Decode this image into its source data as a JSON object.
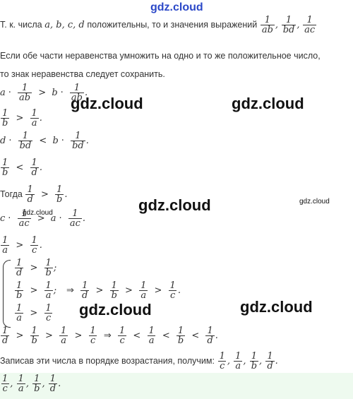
{
  "header": {
    "watermark": "gdz.cloud"
  },
  "text": {
    "line1_prefix": "Т. к. числа",
    "line1_vars": "a,  b,  c,  d",
    "line1_mid": "положительны, то и значения выражений",
    "line2": "Если обе части неравенства умножить на одно и то же положительное число,",
    "line3": "то знак неравенства следует сохранить.",
    "then": "Тогда",
    "final_text": "Записав эти числа в порядке возрастания, получим:"
  },
  "math": {
    "one": "1",
    "a": "a",
    "b": "b",
    "c": "c",
    "d": "d",
    "ab": "ab",
    "bd": "bd",
    "ac": "ac",
    "dot": "·",
    "gt": ">",
    "lt": "<",
    "implies": "⇒",
    "comma": ",",
    "semicolon": ";",
    "period": "."
  },
  "watermarks": {
    "w1": "gdz.cloud",
    "w2": "gdz.cloud",
    "w3": "gdz.cloud",
    "w4": "gdz.cloud",
    "w5": "gdz.cloud",
    "w6": "gdz.cloud",
    "w7": "gdz.cloud"
  },
  "colors": {
    "answer_bg": "#eefaef",
    "header_watermark": "#2b48c8"
  }
}
